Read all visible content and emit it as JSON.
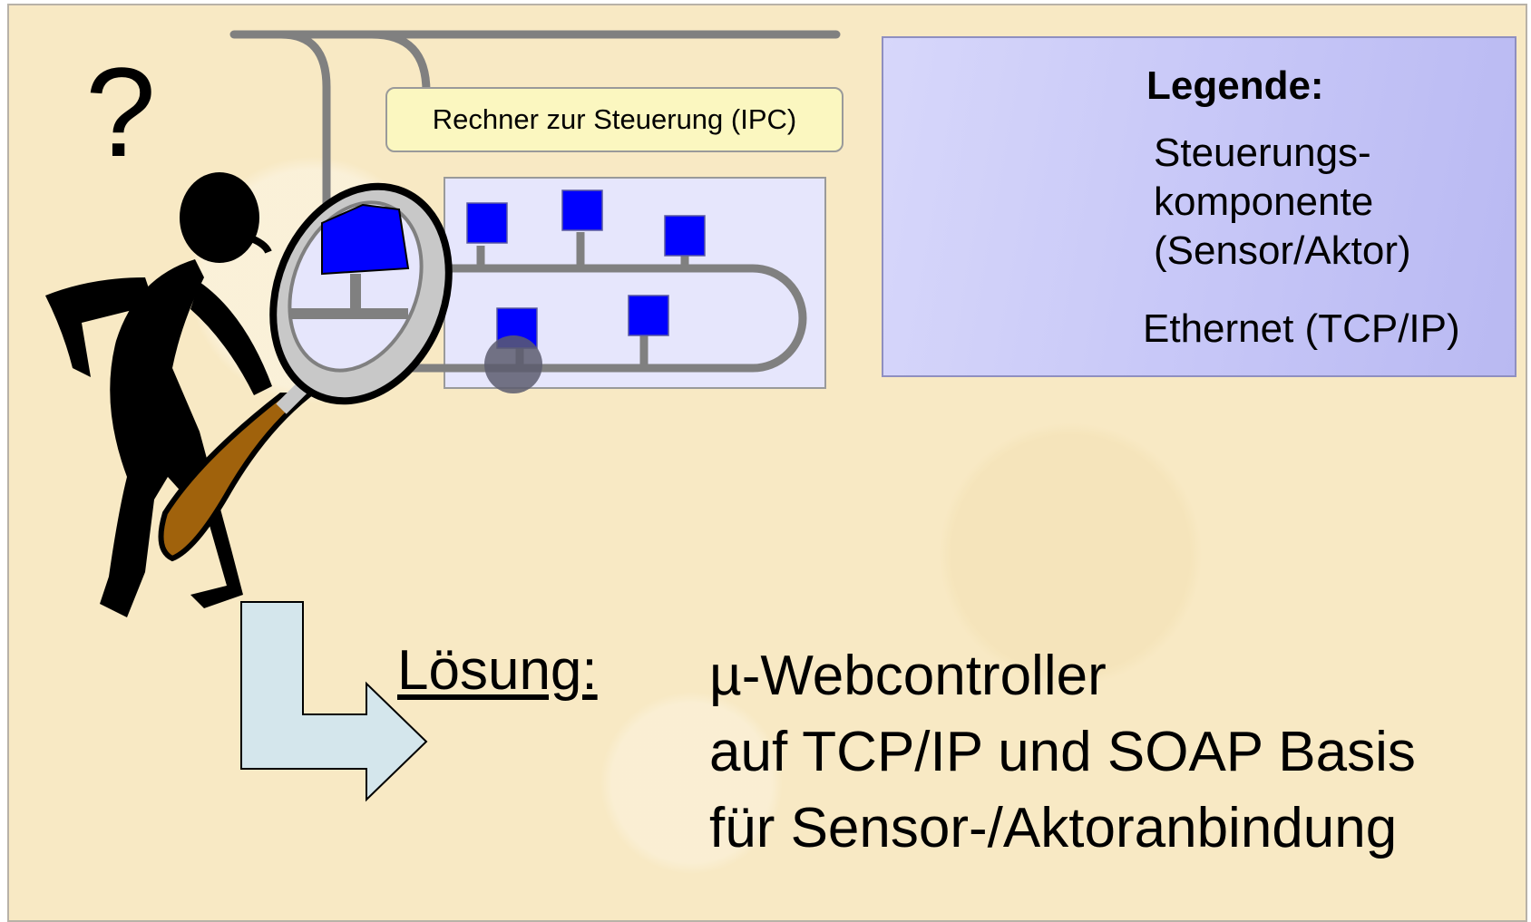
{
  "diagram": {
    "ipc_label": "Rechner zur Steuerung (IPC)",
    "question_mark": "?",
    "legend": {
      "title": "Legende:",
      "component_lines": [
        "Steuerungs-",
        "komponente",
        "(Sensor/Aktor)"
      ],
      "network_label": "Ethernet (TCP/IP)"
    },
    "solution": {
      "heading": "Lösung:",
      "lines": [
        "µ-Webcontroller",
        "auf TCP/IP und SOAP Basis",
        "für Sensor-/Aktoranbindung"
      ]
    },
    "colors": {
      "component": "#0000ff",
      "cable": "#808080",
      "background": "#f8e9c4",
      "legend_bg": "#c9c9f8",
      "arrow_fill": "#d4e6ec",
      "handle": "#a0620c"
    },
    "icons": [
      "thinking-figure-icon",
      "magnifying-glass-icon",
      "bent-arrow-icon"
    ]
  }
}
